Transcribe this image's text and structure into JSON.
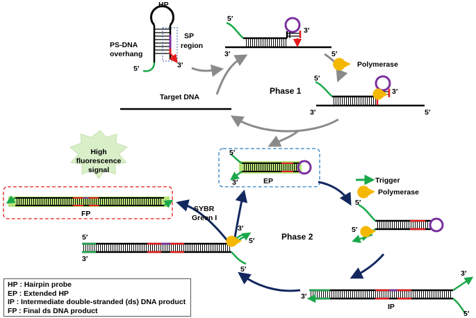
{
  "labels": {
    "hp": "HP",
    "ps_dna": "PS-DNA",
    "overhang": "overhang",
    "sp": "SP",
    "region": "region",
    "target_dna": "Target DNA",
    "polymerase": "Polymerase",
    "phase1": "Phase 1",
    "phase2": "Phase 2",
    "high": "High",
    "fluorescence": "fluorescence",
    "signal": "signal",
    "ep": "EP",
    "fp": "FP",
    "ip": "IP",
    "sybr": "SYBR",
    "green_i": "Green I",
    "trigger": "Trigger",
    "polymerase2": "Polymerase",
    "five_prime": "5′",
    "three_prime": "3′"
  },
  "legend": [
    "HP : Hairpin probe",
    "EP : Extended HP",
    "IP : Intermediate double-stranded (ds) DNA product",
    "FP : Final ds DNA product"
  ],
  "colors": {
    "strand": "#000000",
    "green_strand": "#1aa84a",
    "loop": "#7a2fa0",
    "red": "#e41a1c",
    "polymerase": "#f5b800",
    "gray_arrow": "#8a8a8a",
    "navy_arrow": "#13285e",
    "glow": "#b9e27a",
    "ep_box": "#2f7fc1",
    "fp_box": "#e41a1c"
  }
}
